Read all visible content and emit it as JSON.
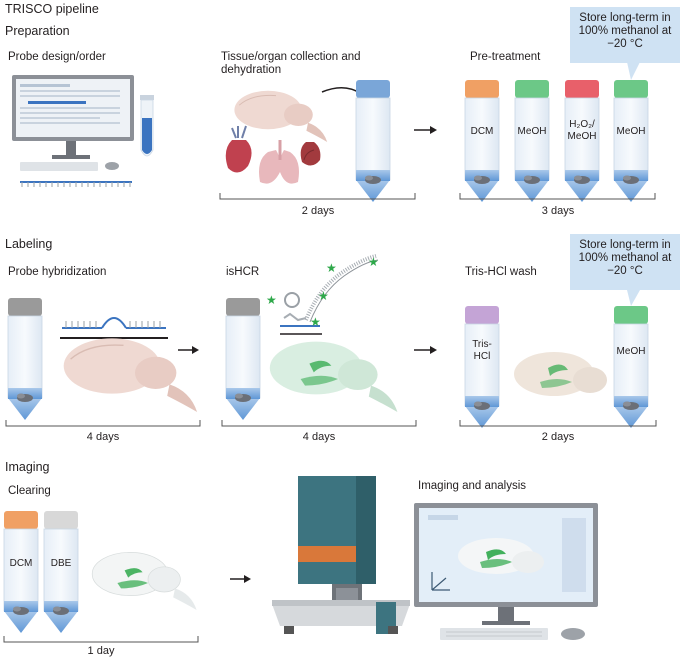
{
  "title": "TRISCO pipeline",
  "sections": {
    "preparation": "Preparation",
    "labeling": "Labeling",
    "imaging": "Imaging"
  },
  "steps": {
    "probe_design": "Probe design/order",
    "tissue_collection": "Tissue/organ collection and dehydration",
    "pretreatment": "Pre-treatment",
    "probe_hybridization": "Probe hybridization",
    "ishcr": "isHCR",
    "trishcl_wash": "Tris-HCl wash",
    "clearing": "Clearing",
    "imaging_analysis": "Imaging and analysis"
  },
  "durations": {
    "tissue_collection": "2 days",
    "pretreatment": "3 days",
    "probe_hybridization": "4 days",
    "ishcr": "4 days",
    "trishcl_wash": "2 days",
    "clearing": "1 day"
  },
  "callouts": {
    "storage_1": "Store long-term in 100% methanol at −20 °C",
    "storage_2": "Store long-term in 100% methanol at −20 °C"
  },
  "tube_labels": {
    "dcm_1": "DCM",
    "meoh_1": "MeOH",
    "h2o2_meoh": "H₂O₂/ MeOH",
    "meoh_2": "MeOH",
    "tris_hcl": "Tris- HCl",
    "meoh_3": "MeOH",
    "dcm_2": "DCM",
    "dbe": "DBE"
  },
  "colors": {
    "cap_orange": "#f0a064",
    "cap_green": "#6cc887",
    "cap_red": "#e8606a",
    "cap_blue": "#7aa6d8",
    "cap_gray": "#9a9a9a",
    "cap_purple": "#c4a4d6",
    "cap_lightgray": "#d8d8d8",
    "callout_bg": "#cfe2f3",
    "microscope_teal": "#3d7480",
    "microscope_orange": "#d9783a",
    "signal_green": "#2ea84a",
    "probe_blue": "#3b74c0"
  }
}
